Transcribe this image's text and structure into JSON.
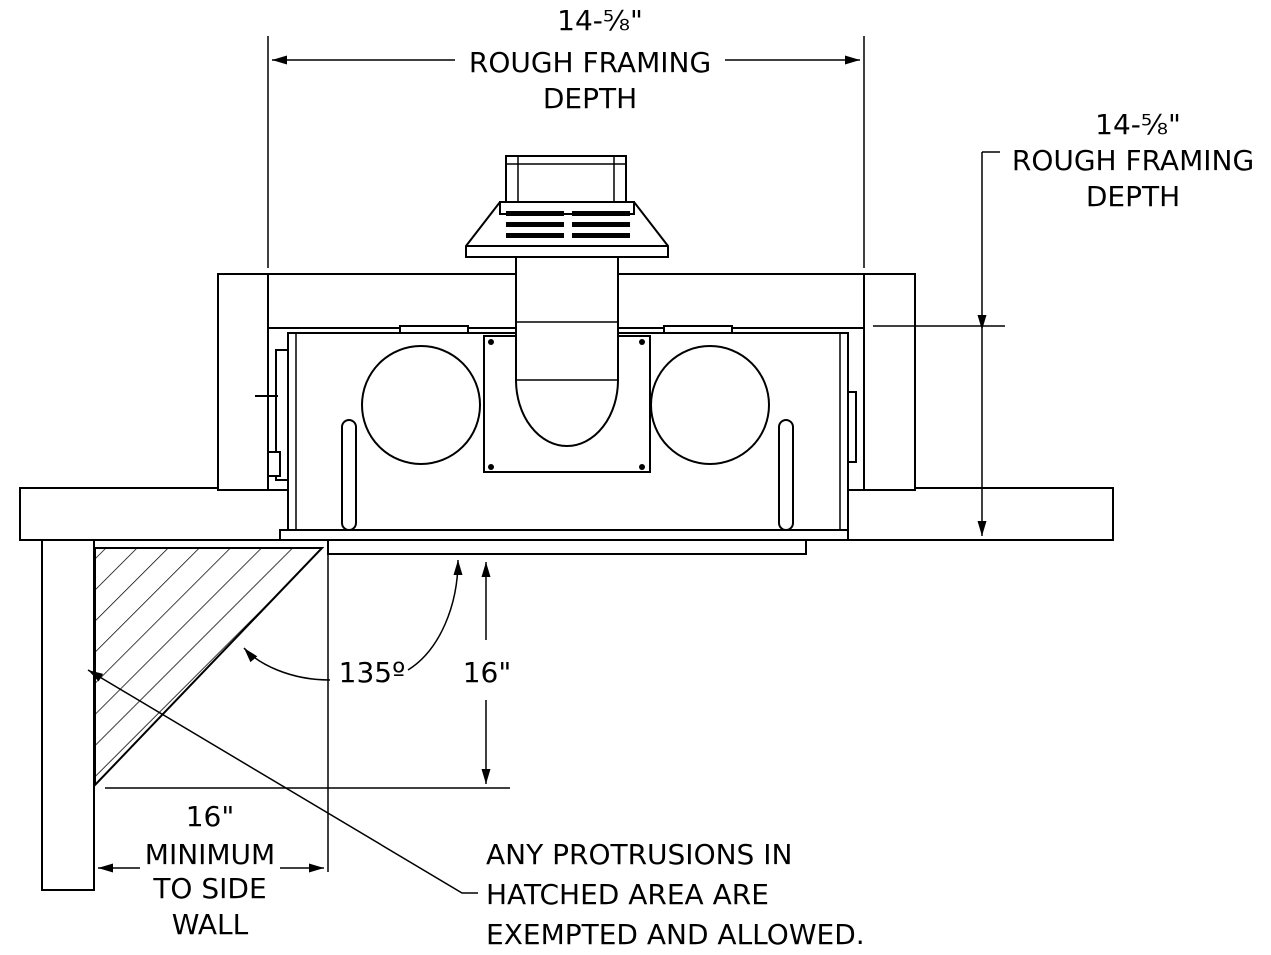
{
  "dimensions": {
    "top_depth": {
      "value": "14-⅝\"",
      "line1": "ROUGH FRAMING",
      "line2": "DEPTH"
    },
    "side_depth": {
      "value": "14-⅝\"",
      "line1": "ROUGH FRAMING",
      "line2": "DEPTH"
    },
    "angle": "135º",
    "clearance_front": "16\"",
    "side_wall": {
      "value": "16\"",
      "line1": "MINIMUM",
      "line2": "TO SIDE",
      "line3": "WALL"
    }
  },
  "note": {
    "line1": "ANY PROTRUSIONS IN",
    "line2": "HATCHED AREA ARE",
    "line3": "EXEMPTED AND ALLOWED."
  }
}
